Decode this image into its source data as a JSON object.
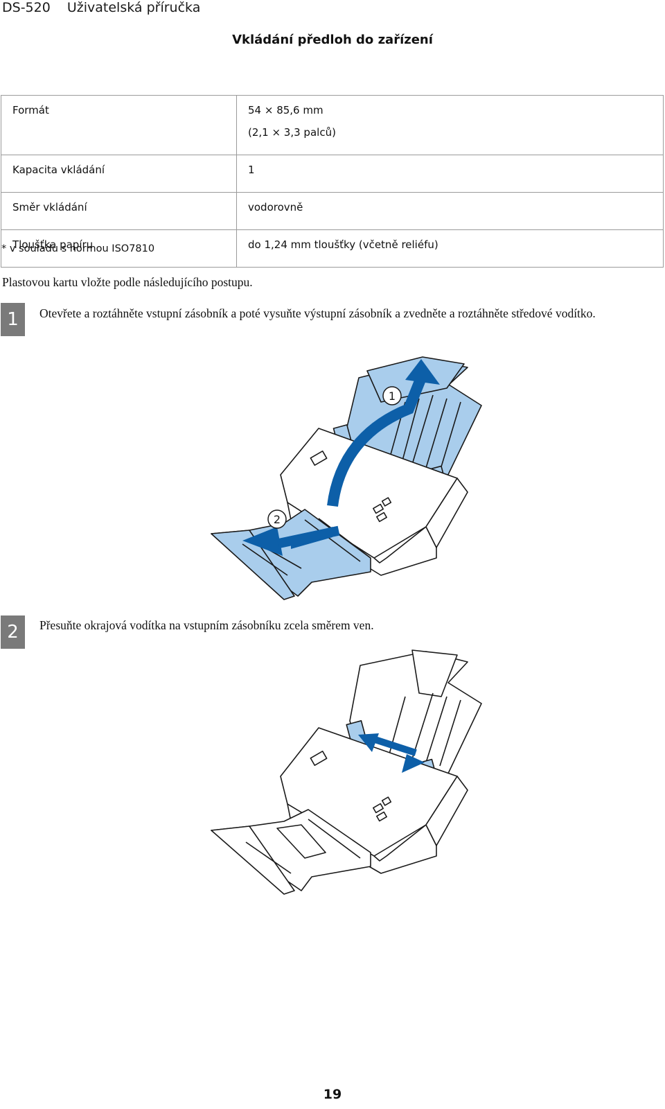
{
  "header": {
    "doc_code": "DS-520",
    "doc_title": "Uživatelská příručka"
  },
  "section_title": "Vkládání předloh do zařízení",
  "specs": [
    {
      "label": "Formát",
      "value_lines": [
        "54 × 85,6 mm",
        "(2,1 × 3,3 palců)"
      ]
    },
    {
      "label": "Kapacita vkládání",
      "value_lines": [
        "1"
      ]
    },
    {
      "label": "Směr vkládání",
      "value_lines": [
        "vodorovně"
      ]
    },
    {
      "label": "Tloušťka papíru",
      "value_lines": [
        "do 1,24 mm tloušťky (včetně reliéfu)"
      ]
    }
  ],
  "footnote": "* v souladu s normou ISO7810",
  "intro": "Plastovou kartu vložte podle následujícího postupu.",
  "steps": [
    {
      "number": "1",
      "text": "Otevřete a roztáhněte vstupní zásobník a poté vysuňte výstupní zásobník a zvedněte a roztáhněte středové vodítko.",
      "callouts": [
        "1",
        "2"
      ]
    },
    {
      "number": "2",
      "text": "Přesuňte okrajová vodítka na vstupním zásobníku zcela směrem ven."
    }
  ],
  "colors": {
    "tray_blue": "#a9cdec",
    "arrow_blue": "#0d5fa8",
    "step_badge": "#7a7a7a"
  },
  "page_number": "19"
}
